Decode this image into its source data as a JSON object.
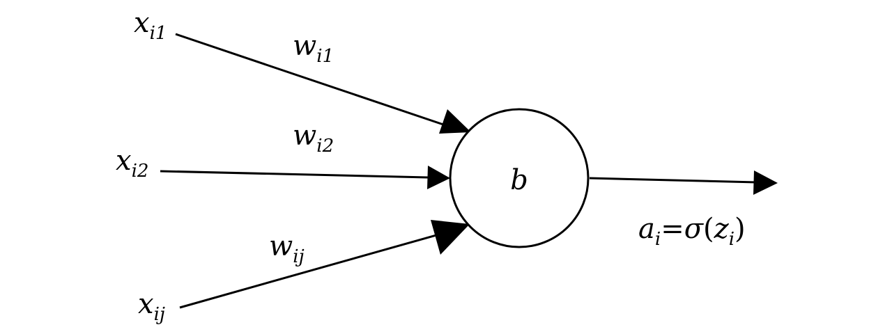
{
  "diagram": {
    "inputs": [
      {
        "base": "x",
        "sub": "i1"
      },
      {
        "base": "x",
        "sub": "i2"
      },
      {
        "base": "x",
        "sub": "ij"
      }
    ],
    "weights": [
      {
        "base": "w",
        "sub": "i1"
      },
      {
        "base": "w",
        "sub": "i2"
      },
      {
        "base": "w",
        "sub": "ij"
      }
    ],
    "neuron": {
      "label": "b"
    },
    "output": {
      "a": "a",
      "a_sub": "i",
      "equals": "=",
      "sigma": "σ",
      "open": "(",
      "z": "z",
      "z_sub": "i",
      "close": ")"
    },
    "colors": {
      "stroke": "#000000",
      "background": "#ffffff"
    }
  }
}
